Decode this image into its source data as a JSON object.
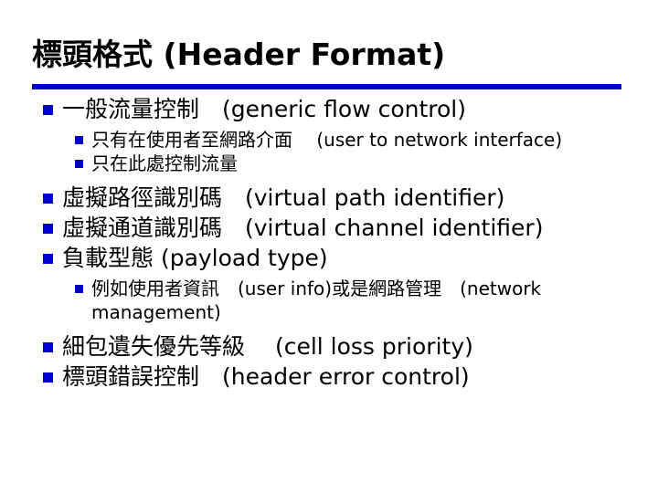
{
  "slide": {
    "title": "標頭格式 (Header Format)",
    "accent_color": "#0000cc",
    "text_color": "#000000",
    "background_color": "#ffffff",
    "rule": {
      "name": "title-divider-rule",
      "color": "#0000cc"
    },
    "bullets": [
      {
        "level": 1,
        "text": "一般流量控制　(generic flow control)",
        "marker": "blue-square-bullet"
      },
      {
        "level": 2,
        "text": "只有在使用者至網路介面　 (user to network interface)",
        "marker": "blue-square-bullet"
      },
      {
        "level": 2,
        "text": "只在此處控制流量",
        "marker": "blue-square-bullet"
      },
      {
        "level": 1,
        "text": "虛擬路徑識別碼　(virtual path identifier)",
        "marker": "blue-square-bullet"
      },
      {
        "level": 1,
        "text": "虛擬通道識別碼　(virtual channel identifier)",
        "marker": "blue-square-bullet"
      },
      {
        "level": 1,
        "text": "負載型態 (payload type)",
        "marker": "blue-square-bullet"
      },
      {
        "level": 2,
        "text": "例如使用者資訊　(user info)或是網路管理　(network management)",
        "marker": "blue-square-bullet"
      },
      {
        "level": 1,
        "text": "細包遺失優先等級　 (cell loss priority)",
        "marker": "blue-square-bullet"
      },
      {
        "level": 1,
        "text": "標頭錯誤控制　(header error control)",
        "marker": "blue-square-bullet"
      }
    ]
  }
}
